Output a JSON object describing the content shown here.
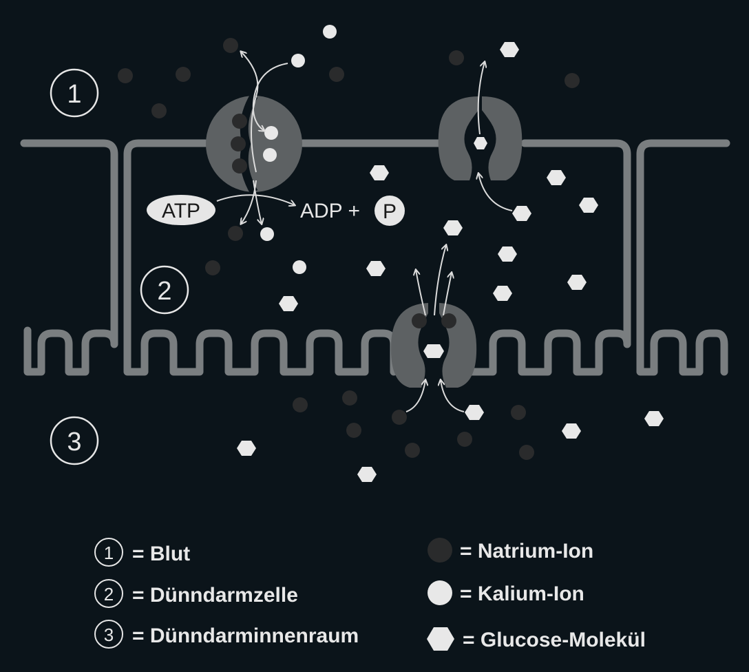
{
  "regions": [
    {
      "number": "1",
      "label": "Blut"
    },
    {
      "number": "2",
      "label": "Dünndarmzelle"
    },
    {
      "number": "3",
      "label": "Dünndarminnenraum"
    }
  ],
  "pump": {
    "atp_label": "ATP",
    "adp_label": "ADP +",
    "phosphate_label": "P"
  },
  "legend": {
    "blut": "= Blut",
    "duenndarmzelle": "= Dünndarmzelle",
    "duenndarminnenraum": "= Dünndarminnenraum",
    "natrium": "= Natrium-Ion",
    "kalium": "= Kalium-Ion",
    "glucose": "= Glucose-Molekül"
  },
  "colors": {
    "background": "#0b141a",
    "membrane": "#7a7e80",
    "protein": "#5d6163",
    "natrium": "#2a2b2c",
    "kalium": "#e8e8e8",
    "glucose": "#e8e8e8"
  }
}
